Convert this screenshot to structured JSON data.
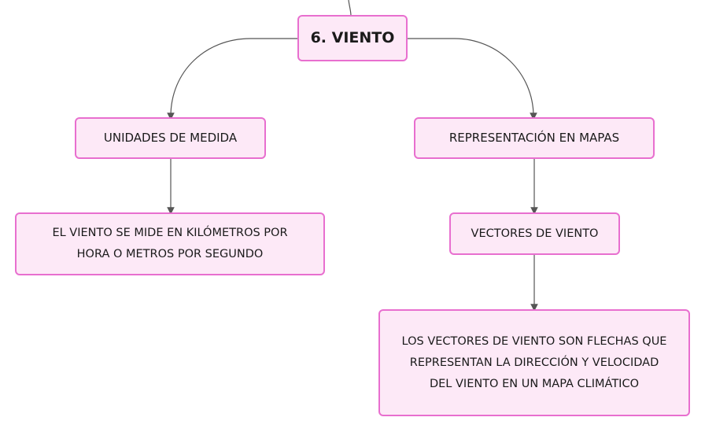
{
  "colors": {
    "node_fill": "#fde9f7",
    "node_border": "#e86fcf",
    "edge": "#555555",
    "text": "#1a1a1a"
  },
  "diagram": {
    "main": {
      "label": "6. VIENTO"
    },
    "left": {
      "label": "UNIDADES DE MEDIDA",
      "detail": "EL VIENTO SE MIDE EN KILÓMETROS POR HORA O METROS POR SEGUNDO"
    },
    "right": {
      "label": "REPRESENTACIÓN EN MAPAS",
      "child": {
        "label": "VECTORES DE VIENTO",
        "detail": "LOS VECTORES DE VIENTO SON FLECHAS QUE REPRESENTAN LA DIRECCIÓN Y VELOCIDAD DEL VIENTO EN UN MAPA CLIMÁTICO"
      }
    }
  }
}
